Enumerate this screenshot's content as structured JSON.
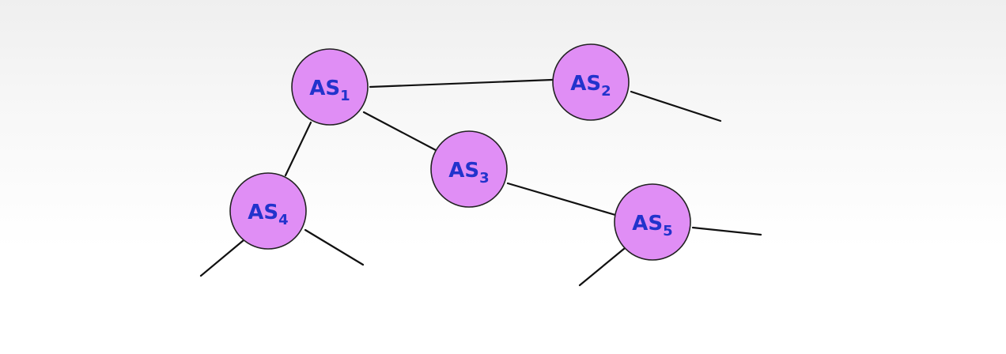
{
  "colors": {
    "node_fill": "#e08ef5",
    "label_color": "#2233cc",
    "edge_color": "#111111"
  },
  "nodes": [
    {
      "id": "AS1",
      "name": "AS",
      "sub": "1"
    },
    {
      "id": "AS2",
      "name": "AS",
      "sub": "2"
    },
    {
      "id": "AS3",
      "name": "AS",
      "sub": "3"
    },
    {
      "id": "AS4",
      "name": "AS",
      "sub": "4"
    },
    {
      "id": "AS5",
      "name": "AS",
      "sub": "5"
    }
  ],
  "edges": [
    {
      "from": "AS1",
      "to": "AS2"
    },
    {
      "from": "AS1",
      "to": "AS3"
    },
    {
      "from": "AS1",
      "to": "AS4"
    },
    {
      "from": "AS3",
      "to": "AS5"
    }
  ],
  "dangling_links": [
    {
      "from": "AS2",
      "direction": "right-down"
    },
    {
      "from": "AS4",
      "direction": "left-down"
    },
    {
      "from": "AS4",
      "direction": "right-down"
    },
    {
      "from": "AS5",
      "direction": "left-down"
    },
    {
      "from": "AS5",
      "direction": "right"
    }
  ]
}
